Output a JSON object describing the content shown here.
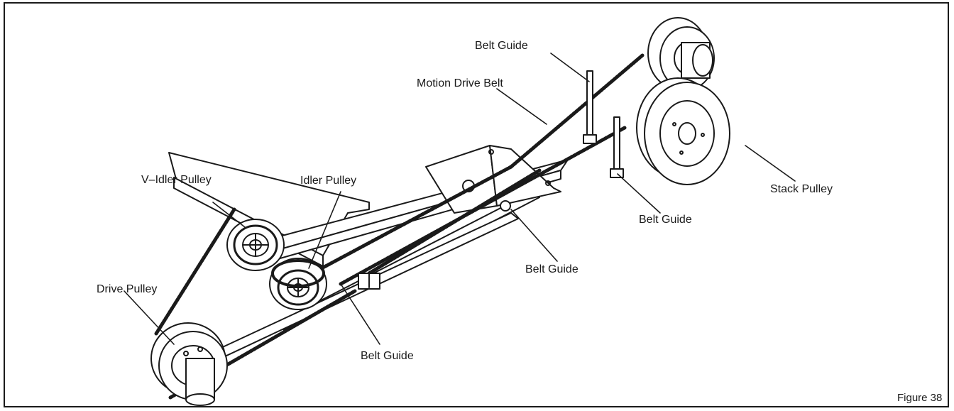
{
  "figure": {
    "number_label": "Figure 38",
    "ink_color": "#1a1a1a",
    "paper_color": "#ffffff"
  },
  "labels": {
    "belt_guide_top": "Belt Guide",
    "motion_drive_belt": "Motion Drive Belt",
    "v_idler_pulley": "V–Idler Pulley",
    "idler_pulley": "Idler Pulley",
    "stack_pulley": "Stack Pulley",
    "belt_guide_right": "Belt Guide",
    "belt_guide_center": "Belt Guide",
    "drive_pulley": "Drive Pulley",
    "belt_guide_bottom": "Belt Guide"
  }
}
